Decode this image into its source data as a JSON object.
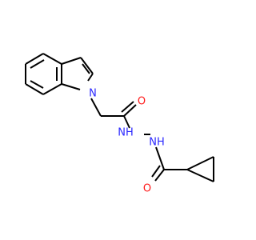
{
  "molecule": {
    "atoms": {
      "indole_n": "N",
      "carbonyl1_o": "O",
      "nh1": "NH",
      "nh2": "NH",
      "carbonyl2_o": "O"
    },
    "colors": {
      "bond": "#000000",
      "nitrogen": "#2b28ff",
      "oxygen": "#ff1a1a"
    }
  }
}
